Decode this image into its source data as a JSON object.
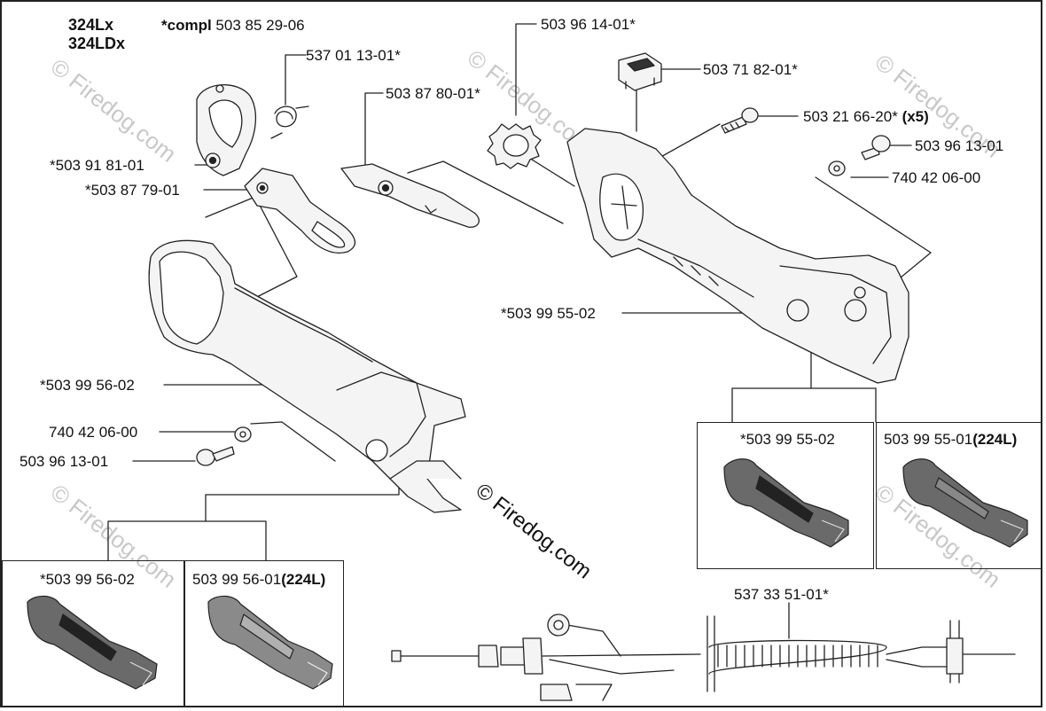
{
  "header": {
    "model_1": "324Lx",
    "model_2": "324LDx",
    "compl_prefix": "*compl",
    "compl_number": "503 85 29-06"
  },
  "parts": {
    "p_537_01_13": "537 01 13-01*",
    "p_503_91_81": "*503 91 81-01",
    "p_503_87_79": "*503 87 79-01",
    "p_503_87_80": "503 87 80-01*",
    "p_503_96_14": "503 96 14-01*",
    "p_503_71_82": "503 71 82-01*",
    "p_503_21_66": "503 21 66-20*",
    "p_503_21_66_qty": "(x5)",
    "p_503_96_13_right": "503 96 13-01",
    "p_740_42_06_right": "740 42 06-00",
    "p_503_99_55_02": "*503 99 55-02",
    "p_503_99_56_02": "*503 99 56-02",
    "p_740_42_06_left": "740 42 06-00",
    "p_503_96_13_left": "503 96 13-01",
    "p_537_33_51": "537 33 51-01*"
  },
  "variant_boxes": {
    "right_a": {
      "label": "*503 99 55-02"
    },
    "right_b": {
      "label": "503 99 55-01",
      "suffix": "(224L)"
    },
    "left_a": {
      "label": "*503 99 56-02"
    },
    "left_b": {
      "label": "503 99 56-01",
      "suffix": "(224L)"
    }
  },
  "watermark": {
    "main": "© Firedog.com",
    "faint": "© Firedog.com"
  },
  "colors": {
    "line": "#222222",
    "part_fill": "#f2f2f2",
    "grip_fill": "#555555",
    "watermark": "#c8c8c8"
  }
}
